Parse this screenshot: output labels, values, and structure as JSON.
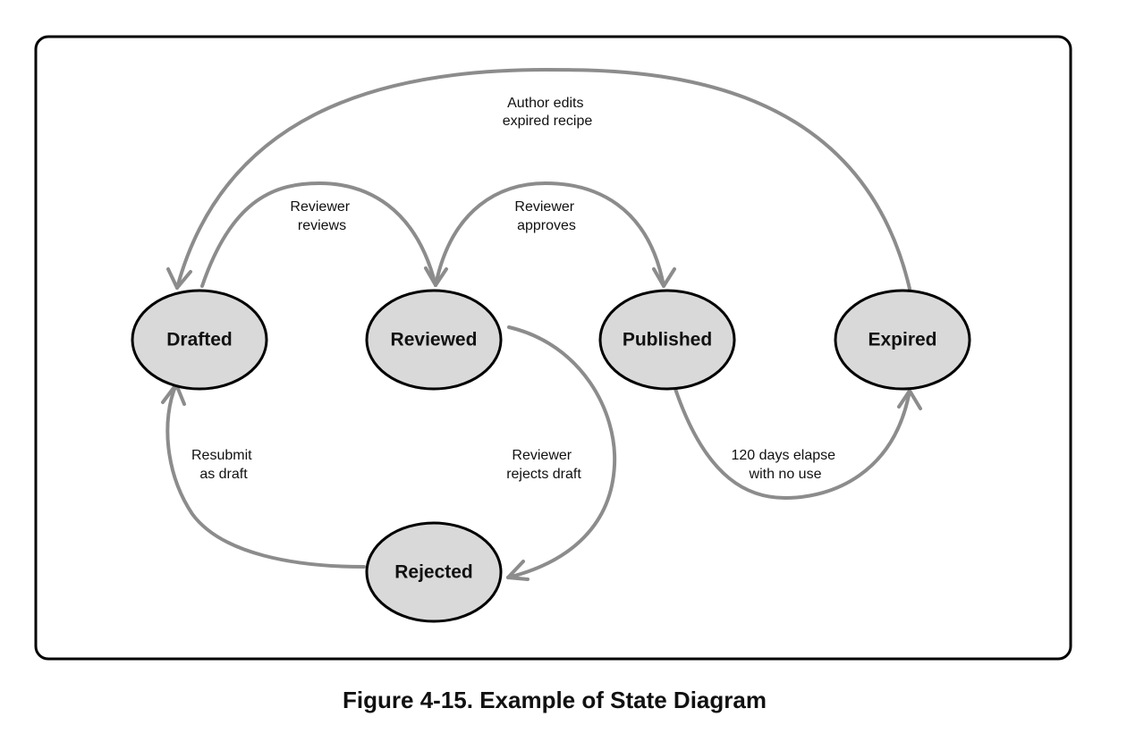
{
  "caption": "Figure 4-15. Example of State Diagram",
  "colors": {
    "state_fill": "#d9d9d9",
    "state_stroke": "#000000",
    "arrow": "#8c8c8c",
    "frame": "#000000"
  },
  "states": [
    {
      "id": "drafted",
      "label": "Drafted"
    },
    {
      "id": "reviewed",
      "label": "Reviewed"
    },
    {
      "id": "published",
      "label": "Published"
    },
    {
      "id": "expired",
      "label": "Expired"
    },
    {
      "id": "rejected",
      "label": "Rejected"
    }
  ],
  "transitions": [
    {
      "id": "reviewer-reviews",
      "from": "drafted",
      "to": "reviewed",
      "label_lines": [
        "Reviewer",
        "reviews"
      ]
    },
    {
      "id": "reviewer-approves",
      "from": "reviewed",
      "to": "published",
      "label_lines": [
        "Reviewer",
        "approves"
      ]
    },
    {
      "id": "author-edits",
      "from": "expired",
      "to": "drafted",
      "label_lines": [
        "Author edits",
        "expired recipe"
      ]
    },
    {
      "id": "reviewer-rejects",
      "from": "reviewed",
      "to": "rejected",
      "label_lines": [
        "Reviewer",
        "rejects draft"
      ]
    },
    {
      "id": "resubmit",
      "from": "rejected",
      "to": "drafted",
      "label_lines": [
        "Resubmit",
        "as draft"
      ]
    },
    {
      "id": "days-elapse",
      "from": "published",
      "to": "expired",
      "label_lines": [
        "120 days elapse",
        "with no use"
      ]
    }
  ]
}
